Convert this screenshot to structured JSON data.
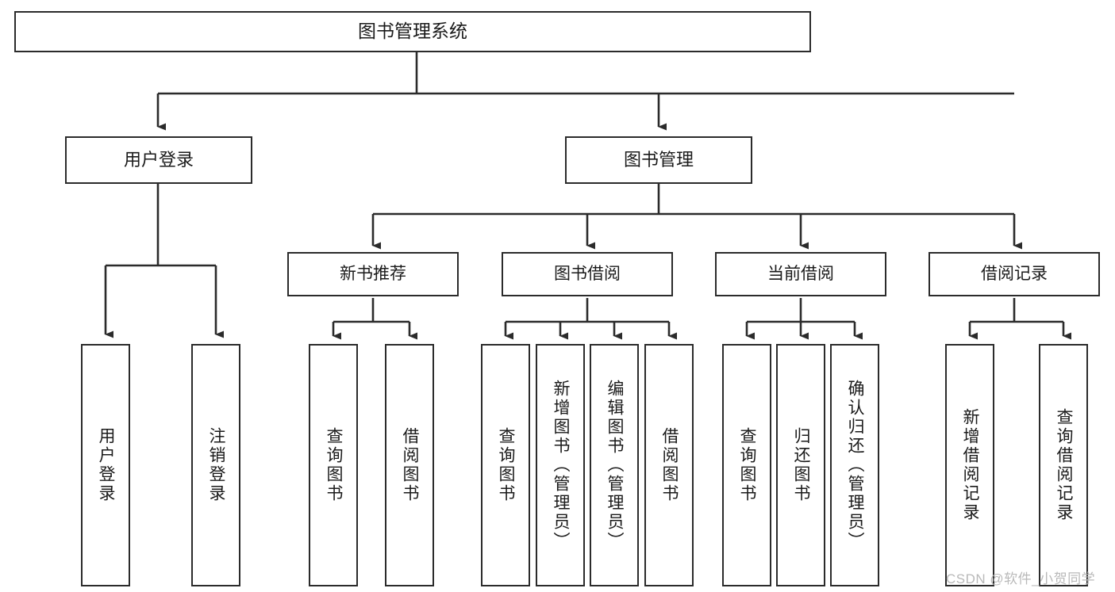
{
  "diagram": {
    "title": "图书管理系统",
    "type": "tree",
    "colors": {
      "stroke": "#2b2b2b",
      "fill": "#ffffff",
      "text": "#1a1a1a",
      "watermark": "#b9b9b9"
    },
    "root": {
      "label": "图书管理系统"
    },
    "level2": [
      {
        "label": "用户登录"
      },
      {
        "label": "图书管理"
      }
    ],
    "level3": [
      {
        "label": "新书推荐"
      },
      {
        "label": "图书借阅"
      },
      {
        "label": "当前借阅"
      },
      {
        "label": "借阅记录"
      }
    ],
    "leaves": {
      "user_login": [
        {
          "label": "用户登录"
        },
        {
          "label": "注销登录"
        }
      ],
      "new_book": [
        {
          "label": "查询图书"
        },
        {
          "label": "借阅图书"
        }
      ],
      "borrow_book": [
        {
          "label": "查询图书"
        },
        {
          "label": "新增图书（管理员）"
        },
        {
          "label": "编辑图书（管理员）"
        },
        {
          "label": "借阅图书"
        }
      ],
      "current_borrow": [
        {
          "label": "查询图书"
        },
        {
          "label": "归还图书"
        },
        {
          "label": "确认归还（管理员）"
        }
      ],
      "borrow_record": [
        {
          "label": "新增借阅记录"
        },
        {
          "label": "查询借阅记录"
        }
      ]
    }
  },
  "watermark": {
    "text": "CSDN @软件_小贺同学"
  }
}
